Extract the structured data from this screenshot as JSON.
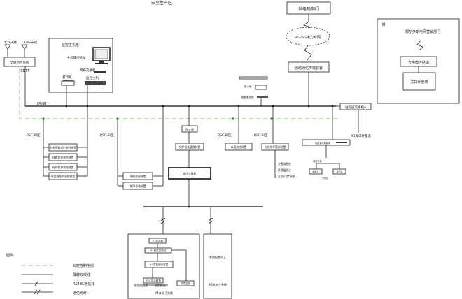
{
  "title": "安全生产区",
  "top": {
    "dispatch": "供电局部门",
    "network": "4G/5G电力专网",
    "telecontrol": "远动通信传输装置"
  },
  "right_panel": {
    "label": "Ⅲ",
    "dept": "鄂尔多斯电网营销部门",
    "pc": "光电微控终端",
    "meter": "关口计量表"
  },
  "gps": {
    "left": "北斗天线",
    "right": "GPS天线",
    "device": "全站对时系统",
    "sntp": "SNTP"
  },
  "monitor": {
    "title": "监控主机柜",
    "workstation": "主机操作员站",
    "printer": "打印机",
    "switch": "网络交换机",
    "host": "监控主机"
  },
  "middle_top": {
    "a": "",
    "b": "防火墙",
    "c": "数据服务器"
  },
  "bus": {
    "left_label": "I区A网",
    "right_label": "站控层交换机A"
  },
  "rsc": {
    "left": "RSC-BI区",
    "mid": "RSC-BI区",
    "right1": "RSC-BI区",
    "right2": "RSC-BI区"
  },
  "protection": [
    "主变压器保护测控装置",
    "线路保护测控装置",
    "母线保护测控装置",
    "电容器保护测控装置"
  ],
  "mid_boxes": {
    "energy": "电能质量装置",
    "fault": "故障录波装置"
  },
  "center": {
    "gateway": "防火墙",
    "opt": "保护设备管理装置",
    "router": "路由交换机"
  },
  "public": "公用测控装置",
  "optical": {
    "device": "光伏功率预测装置",
    "sub": [
      "交直流系统",
      "环境监测仪",
      "五防/门禁系统"
    ]
  },
  "meter_panel": {
    "head": "电能量采集装置",
    "a": "电量计量",
    "b": "电能表",
    "c": "关口表",
    "d": "计量表"
  },
  "meter_link": "#1关口计量表",
  "lower": {
    "l1": "#1逆变器",
    "l2": "#1箱式变测控",
    "l3": "#1智能通讯装置",
    "l4": "PCS 协议转换",
    "l5": "箱变测控装置",
    "l6": "逆变器测控",
    "l7": "环境监测",
    "foot": "#1发电子系统",
    "right1": "其他配置同上",
    "right2": "#2发电子系统"
  },
  "legend": {
    "title": "图例:",
    "items": [
      {
        "style": "green",
        "label": "对时控制电缆"
      },
      {
        "style": "solid",
        "label": "屏蔽双绞线"
      },
      {
        "style": "slash",
        "label": "RS485通信线"
      },
      {
        "style": "double",
        "label": "通信光纤"
      }
    ]
  }
}
